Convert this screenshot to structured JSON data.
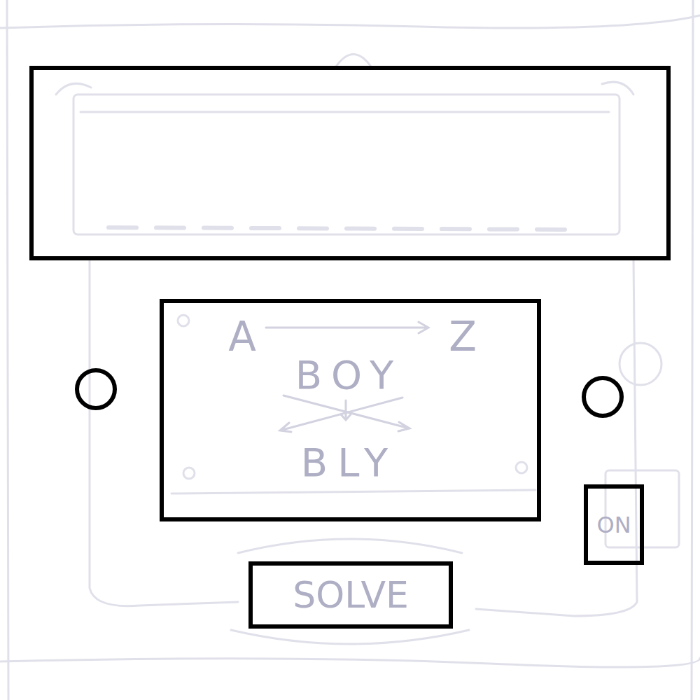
{
  "diagram": {
    "nodes": [
      {
        "text": [
          "A",
          "Z",
          "BOY",
          "BLY"
        ]
      },
      {
        "text": [
          "ON"
        ]
      },
      {
        "text": [
          "SOLVE"
        ]
      }
    ]
  }
}
